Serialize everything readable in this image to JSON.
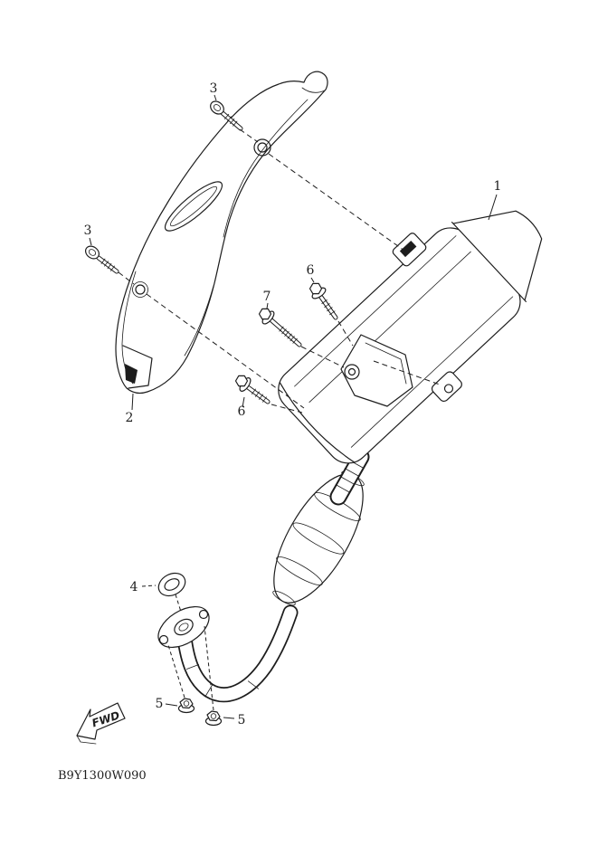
{
  "colors": {
    "line": "#1d1d1d",
    "background": "#ffffff"
  },
  "diagram": {
    "code": "B9Y1300W090",
    "fwd_label": "FWD",
    "callouts": [
      {
        "label": "1"
      },
      {
        "label": "2"
      },
      {
        "label": "3"
      },
      {
        "label": "3"
      },
      {
        "label": "4"
      },
      {
        "label": "5"
      },
      {
        "label": "5"
      },
      {
        "label": "6"
      },
      {
        "label": "6"
      },
      {
        "label": "7"
      }
    ]
  }
}
